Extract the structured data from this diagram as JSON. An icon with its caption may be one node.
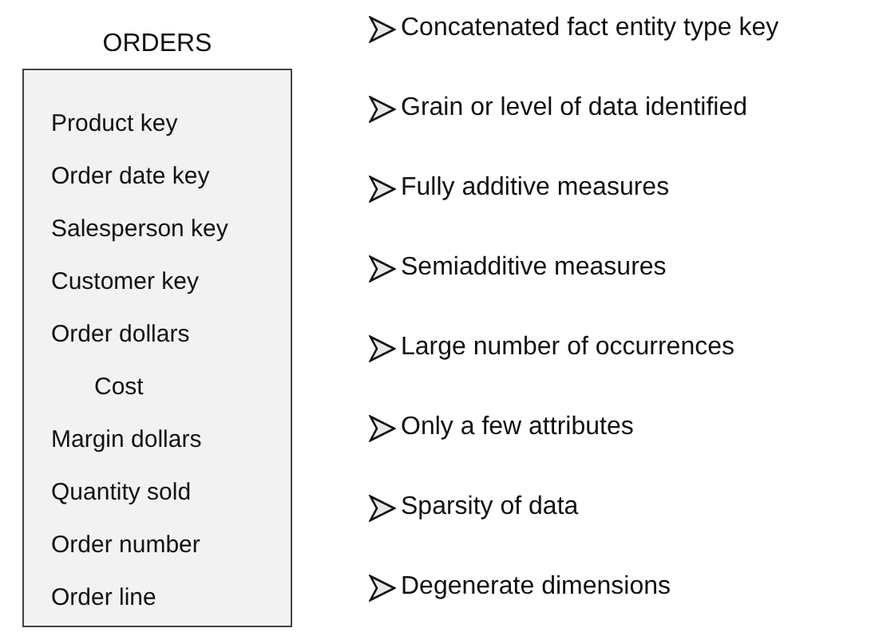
{
  "diagram": {
    "nodes": [
      {
        "text": [
          "ORDERS",
          "Product key",
          "Order date key",
          "Salesperson key",
          "Customer key",
          "Order dollars",
          "Cost",
          "Margin dollars",
          "Quantity sold",
          "Order number",
          "Order line"
        ]
      }
    ],
    "labels": [
      "Concatenated fact entity type key",
      "Grain or level of data identified",
      "Fully additive measures",
      "Semiadditive measures",
      "Large number of occurrences",
      "Only a few attributes",
      "Sparsity of data",
      "Degenerate dimensions"
    ]
  }
}
